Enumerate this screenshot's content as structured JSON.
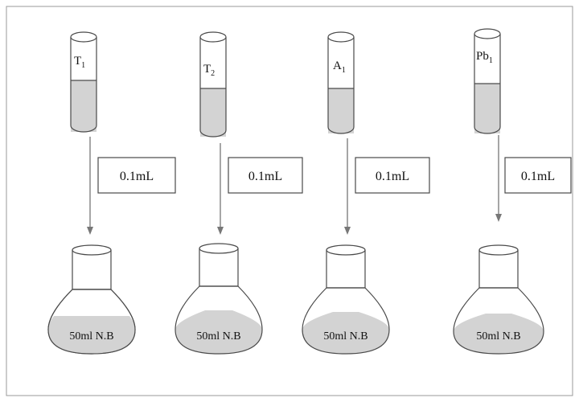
{
  "colors": {
    "outline": "#4a4a4a",
    "liquid": "#d3d3d3",
    "arrow": "#777777",
    "frame": "#9a9a9a"
  },
  "samples": [
    {
      "label_main": "T",
      "label_sub": "1",
      "volume": "0.1mL",
      "flask": "50ml N.B"
    },
    {
      "label_main": "T",
      "label_sub": "2",
      "volume": "0.1mL",
      "flask": "50ml N.B"
    },
    {
      "label_main": "A",
      "label_sub": "1",
      "volume": "0.1mL",
      "flask": "50ml N.B"
    },
    {
      "label_main": "Pb",
      "label_sub": "1",
      "volume": "0.1mL",
      "flask": "50ml N.B"
    }
  ]
}
